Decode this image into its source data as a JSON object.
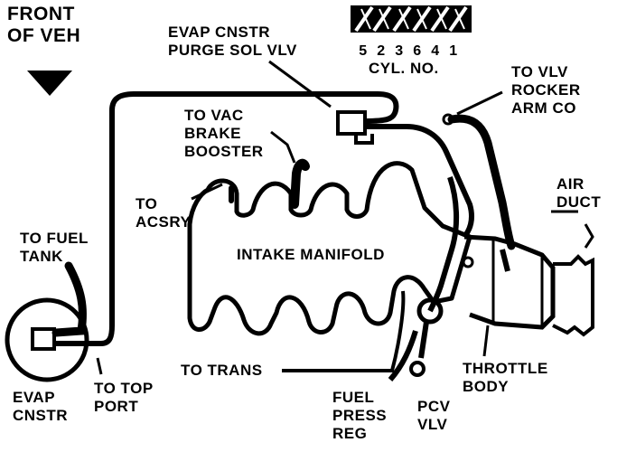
{
  "labels": {
    "front_of_veh": [
      "FRONT",
      "OF VEH"
    ],
    "evap_cnstr_purge": [
      "EVAP CNSTR",
      "PURGE SOL VLV"
    ],
    "cylinder_numbers": [
      "5",
      "2",
      "3",
      "6",
      "4",
      "1"
    ],
    "cyl_no": "CYL. NO.",
    "to_vlv_rocker": [
      "TO VLV",
      "ROCKER",
      "ARM CO"
    ],
    "to_vac_brake_booster": [
      "TO VAC",
      "BRAKE",
      "BOOSTER"
    ],
    "to_acsry": [
      "TO",
      "ACSRY"
    ],
    "air_duct": [
      "AIR",
      "DUCT"
    ],
    "to_fuel_tank": [
      "TO FUEL",
      "TANK"
    ],
    "intake_manifold": "INTAKE MANIFOLD",
    "evap_cnstr": [
      "EVAP",
      "CNSTR"
    ],
    "to_top_port": [
      "TO TOP",
      "PORT"
    ],
    "to_trans": "TO TRANS",
    "throttle_body": [
      "THROTTLE",
      "BODY"
    ],
    "fuel_press_reg": [
      "FUEL",
      "PRESS",
      "REG"
    ],
    "pcv_vlv": [
      "PCV",
      "VLV"
    ]
  }
}
